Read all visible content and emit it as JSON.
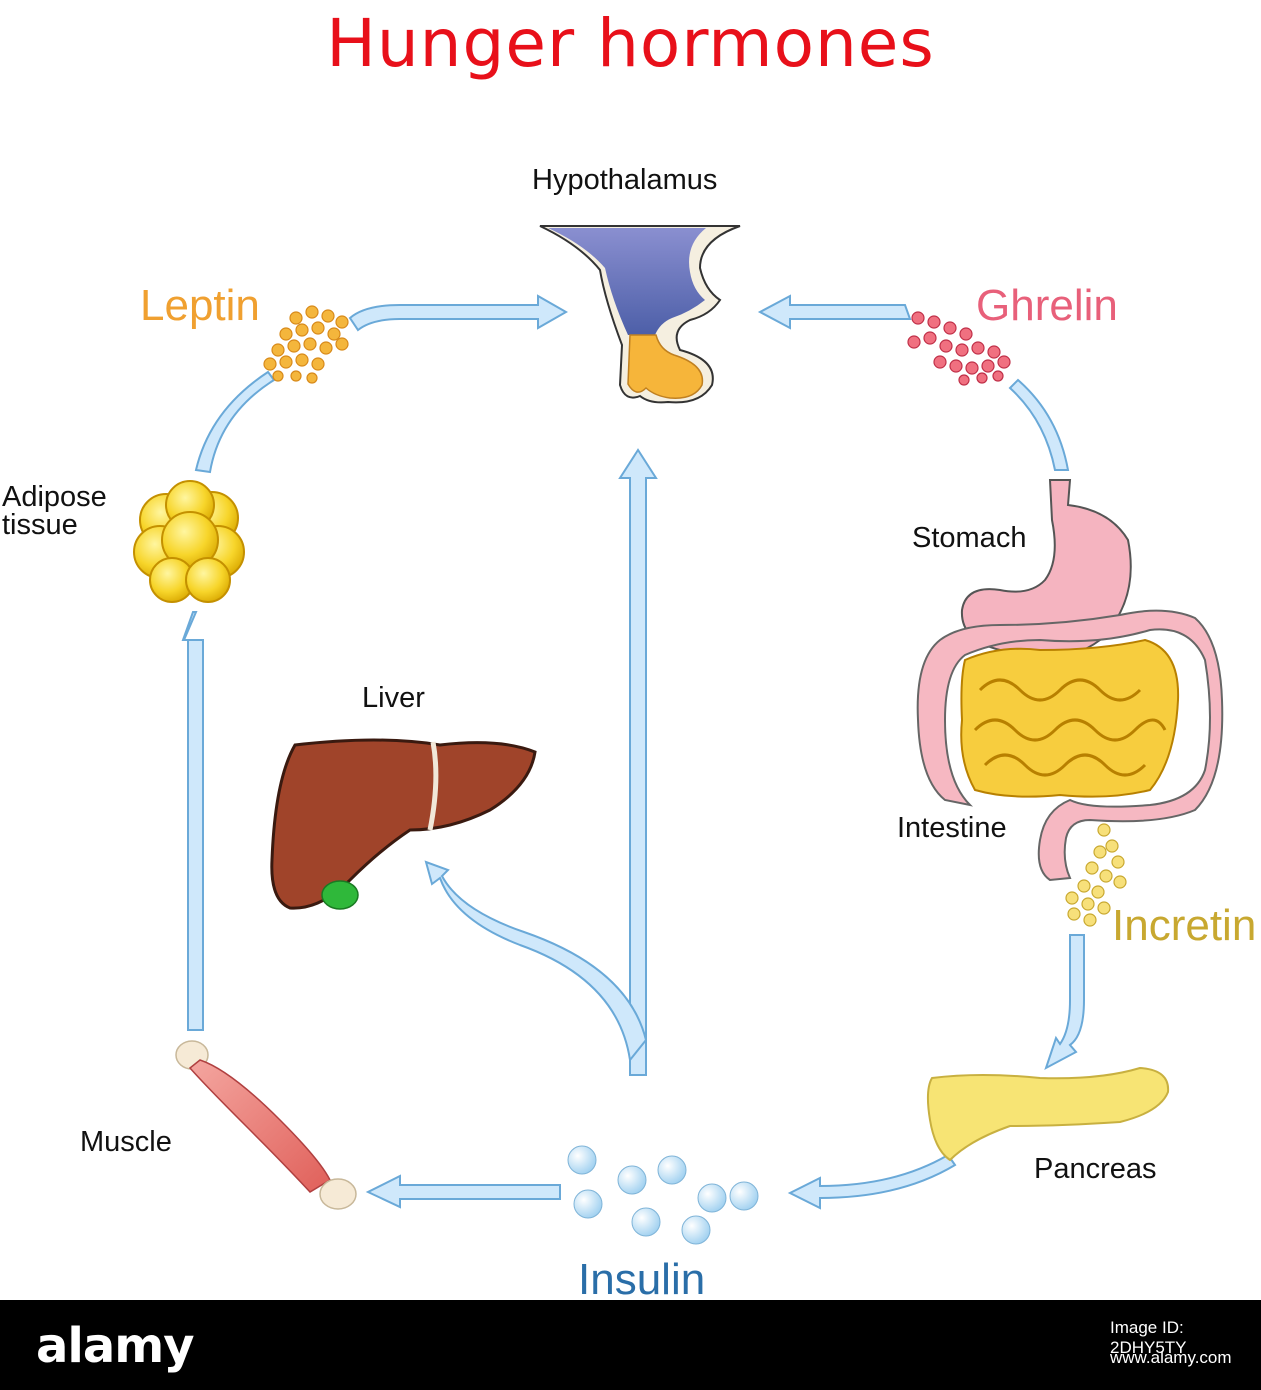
{
  "title": "Hunger hormones",
  "organs": {
    "hypothalamus": "Hypothalamus",
    "adipose": "Adipose tissue",
    "stomach": "Stomach",
    "intestine": "Intestine",
    "liver": "Liver",
    "muscle": "Muscle",
    "pancreas": "Pancreas"
  },
  "hormones": {
    "leptin": "Leptin",
    "ghrelin": "Ghrelin",
    "incretin": "Incretin",
    "insulin": "Insulin"
  },
  "colors": {
    "title": "#e8101a",
    "leptin": "#f0a030",
    "ghrelin": "#e8607a",
    "incretin": "#c8a830",
    "insulin": "#2a6ea8",
    "arrow_fill": "#cfe8fb",
    "arrow_stroke": "#6aa9d8"
  },
  "footer": {
    "logo": "alamy",
    "image_id": "Image ID: 2DHY5TY",
    "url": "www.alamy.com"
  }
}
